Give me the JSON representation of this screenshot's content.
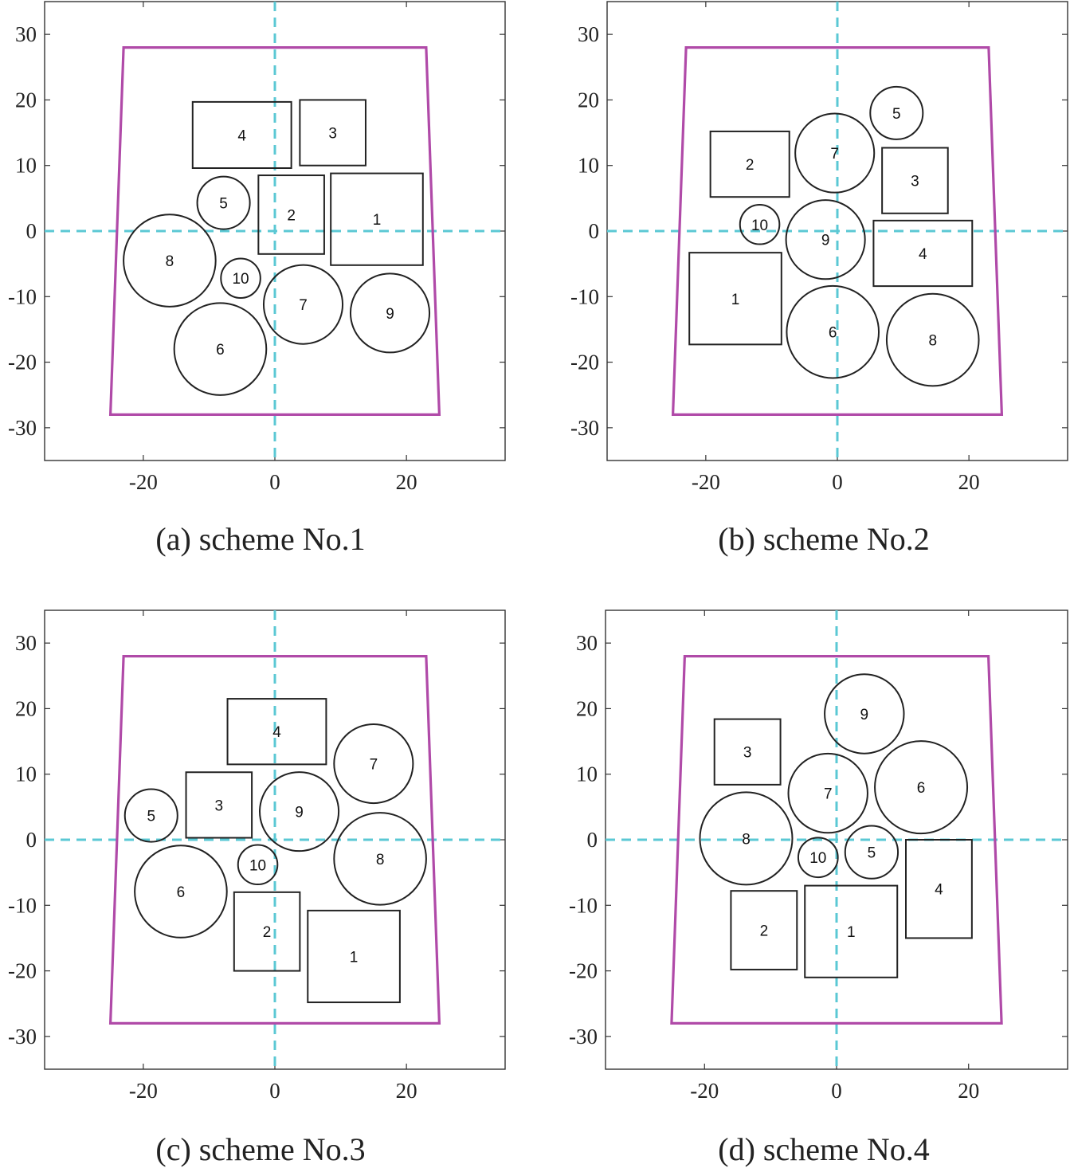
{
  "figure": {
    "colors": {
      "boundary": "#b04aa8",
      "axis": "#5bc8d4",
      "shape": "#222222",
      "frame": "#333333"
    },
    "xlim": [
      -35,
      35
    ],
    "ylim": [
      -35,
      35
    ],
    "x_ticks": [
      -20,
      0,
      20
    ],
    "y_ticks": [
      30,
      20,
      10,
      0,
      -10,
      -20,
      -30
    ],
    "boundary": [
      [
        -23,
        28
      ],
      [
        23,
        28
      ],
      [
        25,
        -28
      ],
      [
        -25,
        -28
      ]
    ],
    "panels": [
      {
        "caption": "(a) scheme No.1",
        "shapes": [
          {
            "type": "rect",
            "label": "1",
            "x0": 8.5,
            "x1": 22.5,
            "y0": -5.2,
            "y1": 8.8
          },
          {
            "type": "rect",
            "label": "2",
            "x0": -2.5,
            "x1": 7.5,
            "y0": -3.5,
            "y1": 8.5
          },
          {
            "type": "rect",
            "label": "3",
            "x0": 3.8,
            "x1": 13.8,
            "y0": 10,
            "y1": 20
          },
          {
            "type": "rect",
            "label": "4",
            "x0": -12.5,
            "x1": 2.5,
            "y0": 9.6,
            "y1": 19.7
          },
          {
            "type": "circle",
            "label": "5",
            "cx": -7.8,
            "cy": 4.3,
            "r": 4
          },
          {
            "type": "circle",
            "label": "6",
            "cx": -8.3,
            "cy": -18,
            "r": 7
          },
          {
            "type": "circle",
            "label": "7",
            "cx": 4.3,
            "cy": -11.2,
            "r": 6
          },
          {
            "type": "circle",
            "label": "8",
            "cx": -16,
            "cy": -4.5,
            "r": 7
          },
          {
            "type": "circle",
            "label": "9",
            "cx": 17.5,
            "cy": -12.5,
            "r": 6
          },
          {
            "type": "circle",
            "label": "10",
            "cx": -5.2,
            "cy": -7.2,
            "r": 3
          }
        ]
      },
      {
        "caption": "(b) scheme No.2",
        "shapes": [
          {
            "type": "rect",
            "label": "1",
            "x0": -22.5,
            "x1": -8.5,
            "y0": -17.3,
            "y1": -3.3
          },
          {
            "type": "rect",
            "label": "2",
            "x0": -19.3,
            "x1": -7.3,
            "y0": 5.2,
            "y1": 15.2
          },
          {
            "type": "rect",
            "label": "3",
            "x0": 6.8,
            "x1": 16.8,
            "y0": 2.7,
            "y1": 12.7
          },
          {
            "type": "rect",
            "label": "4",
            "x0": 5.5,
            "x1": 20.5,
            "y0": -8.4,
            "y1": 1.6
          },
          {
            "type": "circle",
            "label": "5",
            "cx": 9,
            "cy": 18,
            "r": 4
          },
          {
            "type": "circle",
            "label": "6",
            "cx": -0.7,
            "cy": -15.4,
            "r": 7
          },
          {
            "type": "circle",
            "label": "7",
            "cx": -0.4,
            "cy": 11.9,
            "r": 6
          },
          {
            "type": "circle",
            "label": "8",
            "cx": 14.5,
            "cy": -16.6,
            "r": 7
          },
          {
            "type": "circle",
            "label": "9",
            "cx": -1.8,
            "cy": -1.3,
            "r": 6
          },
          {
            "type": "circle",
            "label": "10",
            "cx": -11.8,
            "cy": 1,
            "r": 3
          }
        ]
      },
      {
        "caption": "(c) scheme No.3",
        "shapes": [
          {
            "type": "rect",
            "label": "1",
            "x0": 5,
            "x1": 19,
            "y0": -24.8,
            "y1": -10.8
          },
          {
            "type": "rect",
            "label": "2",
            "x0": -6.2,
            "x1": 3.8,
            "y0": -20,
            "y1": -8
          },
          {
            "type": "rect",
            "label": "3",
            "x0": -13.5,
            "x1": -3.5,
            "y0": 0.3,
            "y1": 10.3
          },
          {
            "type": "rect",
            "label": "4",
            "x0": -7.2,
            "x1": 7.8,
            "y0": 11.5,
            "y1": 21.5
          },
          {
            "type": "circle",
            "label": "5",
            "cx": -18.8,
            "cy": 3.7,
            "r": 4
          },
          {
            "type": "circle",
            "label": "6",
            "cx": -14.3,
            "cy": -7.9,
            "r": 7
          },
          {
            "type": "circle",
            "label": "7",
            "cx": 15,
            "cy": 11.6,
            "r": 6
          },
          {
            "type": "circle",
            "label": "8",
            "cx": 16,
            "cy": -2.9,
            "r": 7
          },
          {
            "type": "circle",
            "label": "9",
            "cx": 3.7,
            "cy": 4.3,
            "r": 6
          },
          {
            "type": "circle",
            "label": "10",
            "cx": -2.6,
            "cy": -3.8,
            "r": 3
          }
        ]
      },
      {
        "caption": "(d) scheme No.4",
        "shapes": [
          {
            "type": "rect",
            "label": "1",
            "x0": -4.8,
            "x1": 9.2,
            "y0": -21,
            "y1": -7
          },
          {
            "type": "rect",
            "label": "2",
            "x0": -16,
            "x1": -6,
            "y0": -19.8,
            "y1": -7.8
          },
          {
            "type": "rect",
            "label": "3",
            "x0": -18.5,
            "x1": -8.5,
            "y0": 8.4,
            "y1": 18.4
          },
          {
            "type": "rect",
            "label": "4",
            "x0": 10.5,
            "x1": 20.5,
            "y0": -15,
            "y1": 0
          },
          {
            "type": "circle",
            "label": "5",
            "cx": 5.3,
            "cy": -1.9,
            "r": 4
          },
          {
            "type": "circle",
            "label": "6",
            "cx": 12.8,
            "cy": 8,
            "r": 7
          },
          {
            "type": "circle",
            "label": "7",
            "cx": -1.3,
            "cy": 7.1,
            "r": 6
          },
          {
            "type": "circle",
            "label": "8",
            "cx": -13.7,
            "cy": 0.2,
            "r": 7
          },
          {
            "type": "circle",
            "label": "9",
            "cx": 4.2,
            "cy": 19.2,
            "r": 6
          },
          {
            "type": "circle",
            "label": "10",
            "cx": -2.8,
            "cy": -2.7,
            "r": 3
          }
        ]
      }
    ]
  }
}
